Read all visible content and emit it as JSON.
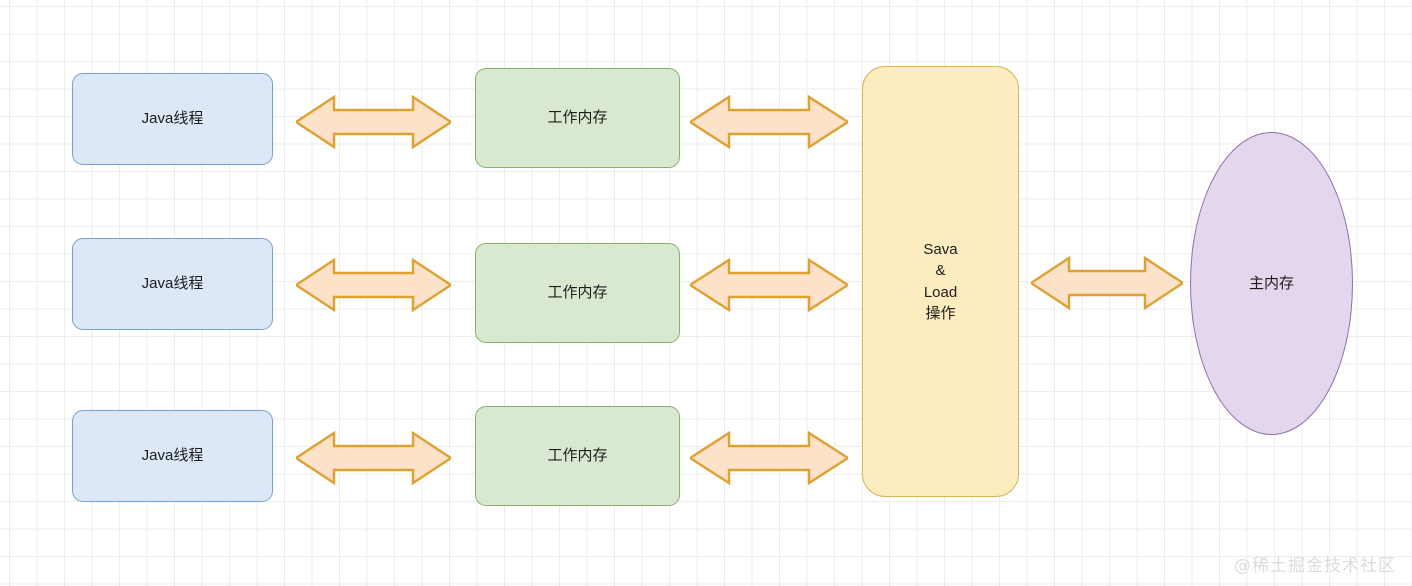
{
  "diagram": {
    "title": "Java Memory Model diagram",
    "colors": {
      "thread_fill": "#dce8f8",
      "thread_stroke": "#7a9ed3",
      "worker_fill": "#d8e8d1",
      "worker_stroke": "#84b368",
      "saveload_fill": "#fcecc0",
      "saveload_stroke": "#d7b657",
      "mainmem_fill": "#e4d6ec",
      "mainmem_stroke": "#8e6fa8",
      "arrow_fill": "#fce2c8",
      "arrow_stroke": "#e0a12e",
      "grid_minor": "#ededed",
      "grid_major": "#d8d8d8",
      "watermark": "#dcdcdc"
    },
    "threads": [
      {
        "label": "Java线程"
      },
      {
        "label": "Java线程"
      },
      {
        "label": "Java线程"
      }
    ],
    "working_memories": [
      {
        "label": "工作内存"
      },
      {
        "label": "工作内存"
      },
      {
        "label": "工作内存"
      }
    ],
    "save_load": {
      "line1": "Sava",
      "line2": "&",
      "line3": "Load",
      "line4": "操作"
    },
    "main_memory": {
      "label": "主内存"
    },
    "arrows": {
      "thread_to_worker": "double-headed-arrow",
      "worker_to_saveload": "double-headed-arrow",
      "saveload_to_mainmem": "double-headed-arrow"
    },
    "watermark": "@稀土掘金技术社区"
  }
}
